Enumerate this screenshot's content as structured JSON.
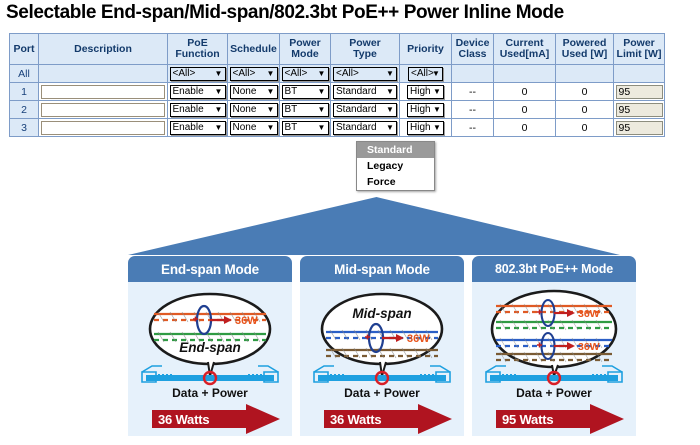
{
  "title": "Selectable End-span/Mid-span/802.3bt PoE++ Power Inline Mode",
  "colors": {
    "accent_blue": "#4a7cb5",
    "panel_bg": "#e6f1fb",
    "header_bg": "#dce9f7",
    "border_blue": "#7e9cc8",
    "arrow_red": "#b01420",
    "watt_orange": "#e8541c"
  },
  "table": {
    "headers": [
      "Port",
      "Description",
      "PoE Function",
      "Schedule",
      "Power Mode",
      "Power Type",
      "Priority",
      "Device Class",
      "Current Used[mA]",
      "Powered Used [W]",
      "Power Limit [W]"
    ],
    "headers_lines": [
      [
        "Port"
      ],
      [
        "Description"
      ],
      [
        "PoE",
        "Function"
      ],
      [
        "Schedule"
      ],
      [
        "Power",
        "Mode"
      ],
      [
        "Power",
        "Type"
      ],
      [
        "Priority"
      ],
      [
        "Device",
        "Class"
      ],
      [
        "Current",
        "Used[mA]"
      ],
      [
        "Powered",
        "Used [W]"
      ],
      [
        "Power",
        "Limit [W]"
      ]
    ],
    "all_row": {
      "port": "All",
      "description": "",
      "poe_function": "<All>",
      "schedule": "<All>",
      "power_mode": "<All>",
      "power_type": "<All>",
      "priority": "<All>",
      "device_class": "",
      "current_used": "",
      "powered_used": "",
      "power_limit": ""
    },
    "rows": [
      {
        "port": "1",
        "description": "",
        "poe_function": "Enable",
        "schedule": "None",
        "power_mode": "BT",
        "power_type": "Standard",
        "priority": "High",
        "device_class": "--",
        "current_used": "0",
        "powered_used": "0",
        "power_limit": "95"
      },
      {
        "port": "2",
        "description": "",
        "poe_function": "Enable",
        "schedule": "None",
        "power_mode": "BT",
        "power_type": "Standard",
        "priority": "High",
        "device_class": "--",
        "current_used": "0",
        "powered_used": "0",
        "power_limit": "95"
      },
      {
        "port": "3",
        "description": "",
        "poe_function": "Enable",
        "schedule": "None",
        "power_mode": "BT",
        "power_type": "Standard",
        "priority": "High",
        "device_class": "--",
        "current_used": "0",
        "powered_used": "0",
        "power_limit": "95"
      }
    ],
    "dropdown_arrow": "▼"
  },
  "power_type_menu": {
    "open": true,
    "options": [
      "Standard",
      "Legacy",
      "Force"
    ],
    "selected": "Standard"
  },
  "modes": [
    {
      "title": "End-span Mode",
      "oval_label": "End-span",
      "oval_label_position": "below",
      "power_tags": [
        "36W"
      ],
      "data_power_label": "Data + Power",
      "watts_label": "36 Watts"
    },
    {
      "title": "Mid-span Mode",
      "oval_label": "Mid-span",
      "oval_label_position": "above",
      "power_tags": [
        "36W"
      ],
      "data_power_label": "Data + Power",
      "watts_label": "36 Watts"
    },
    {
      "title": "802.3bt PoE++ Mode",
      "oval_label": "",
      "oval_label_position": "none",
      "power_tags": [
        "36W",
        "36W"
      ],
      "data_power_label": "Data + Power",
      "watts_label": "95 Watts"
    }
  ]
}
